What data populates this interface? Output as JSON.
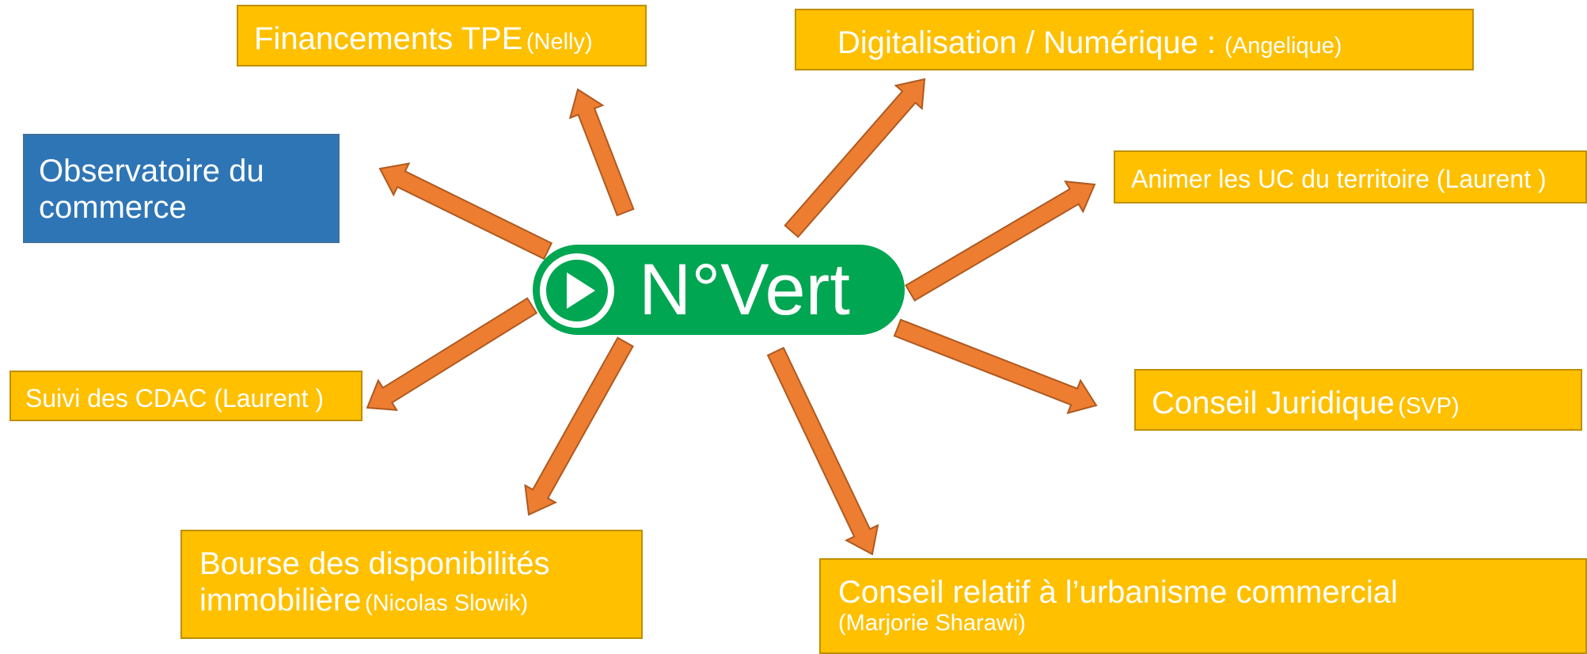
{
  "diagram": {
    "center": {
      "label": "N°Vert",
      "icon": "play-circle-icon",
      "color": "#00a651"
    },
    "colors": {
      "box_fill": "#ffc000",
      "box_border": "#bf8f00",
      "box_highlight_fill": "#2e75b6",
      "arrow": "#ed7d31",
      "arrow_border": "#ae5a21",
      "text": "#ffffff"
    },
    "nodes": {
      "financements": {
        "title": "Financements TPE",
        "owner": "(Nelly)"
      },
      "digitalisation": {
        "title": "Digitalisation / Numérique",
        "separator": " : ",
        "owner": "(Angelique)"
      },
      "observatoire": {
        "title_line1": "Observatoire du",
        "title_line2": "commerce"
      },
      "animer": {
        "title": "Animer les UC du territoire (Laurent )"
      },
      "suivi": {
        "title": "Suivi des CDAC (Laurent )"
      },
      "conseil_juridique": {
        "title": "Conseil Juridique",
        "owner": "(SVP)"
      },
      "bourse": {
        "title_line1": "Bourse des disponibilités",
        "title_line2": "immobilière",
        "owner": "(Nicolas Slowik)"
      },
      "urbanisme": {
        "title": "Conseil relatif à l’urbanisme commercial",
        "owner": "(Marjorie Sharawi)"
      }
    }
  }
}
